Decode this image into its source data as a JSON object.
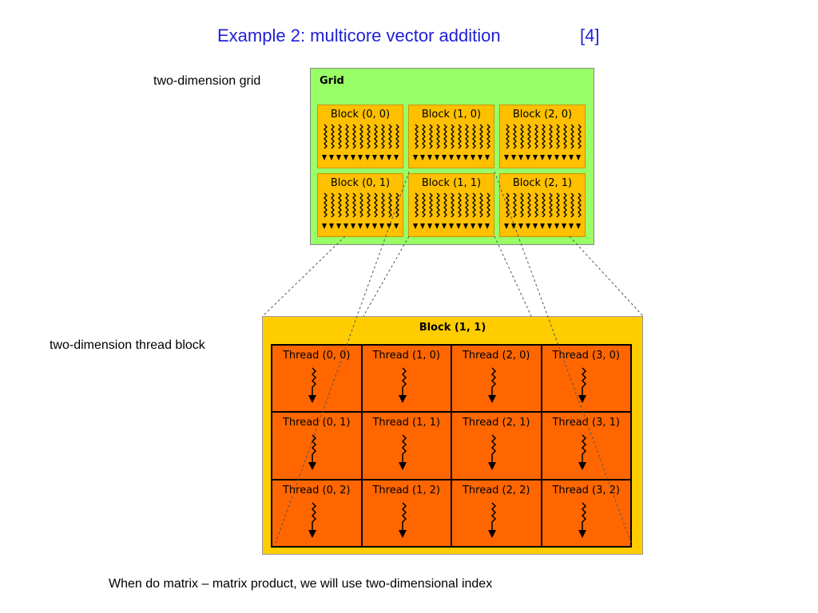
{
  "title": {
    "main": "Example 2: multicore vector addition",
    "ref": "[4]"
  },
  "labels": {
    "grid": "two-dimension grid",
    "thread_block": "two-dimension thread block"
  },
  "grid": {
    "title": "Grid",
    "blocks": [
      "Block (0, 0)",
      "Block (1, 0)",
      "Block (2, 0)",
      "Block (0, 1)",
      "Block (1, 1)",
      "Block (2, 1)"
    ]
  },
  "thread_block": {
    "title": "Block (1, 1)",
    "threads": [
      "Thread (0, 0)",
      "Thread (1, 0)",
      "Thread (2, 0)",
      "Thread (3, 0)",
      "Thread (0, 1)",
      "Thread (1, 1)",
      "Thread (2, 1)",
      "Thread (3, 1)",
      "Thread (0, 2)",
      "Thread (1, 2)",
      "Thread (2, 2)",
      "Thread (3, 2)"
    ]
  },
  "caption": "When do matrix – matrix product, we will use two-dimensional index",
  "colors": {
    "title": "#1f1fd6",
    "grid_bg": "#99ff66",
    "block_bg": "#ffc000",
    "thread_bg": "#ff6600",
    "thread_block_bg": "#ffcc00"
  }
}
